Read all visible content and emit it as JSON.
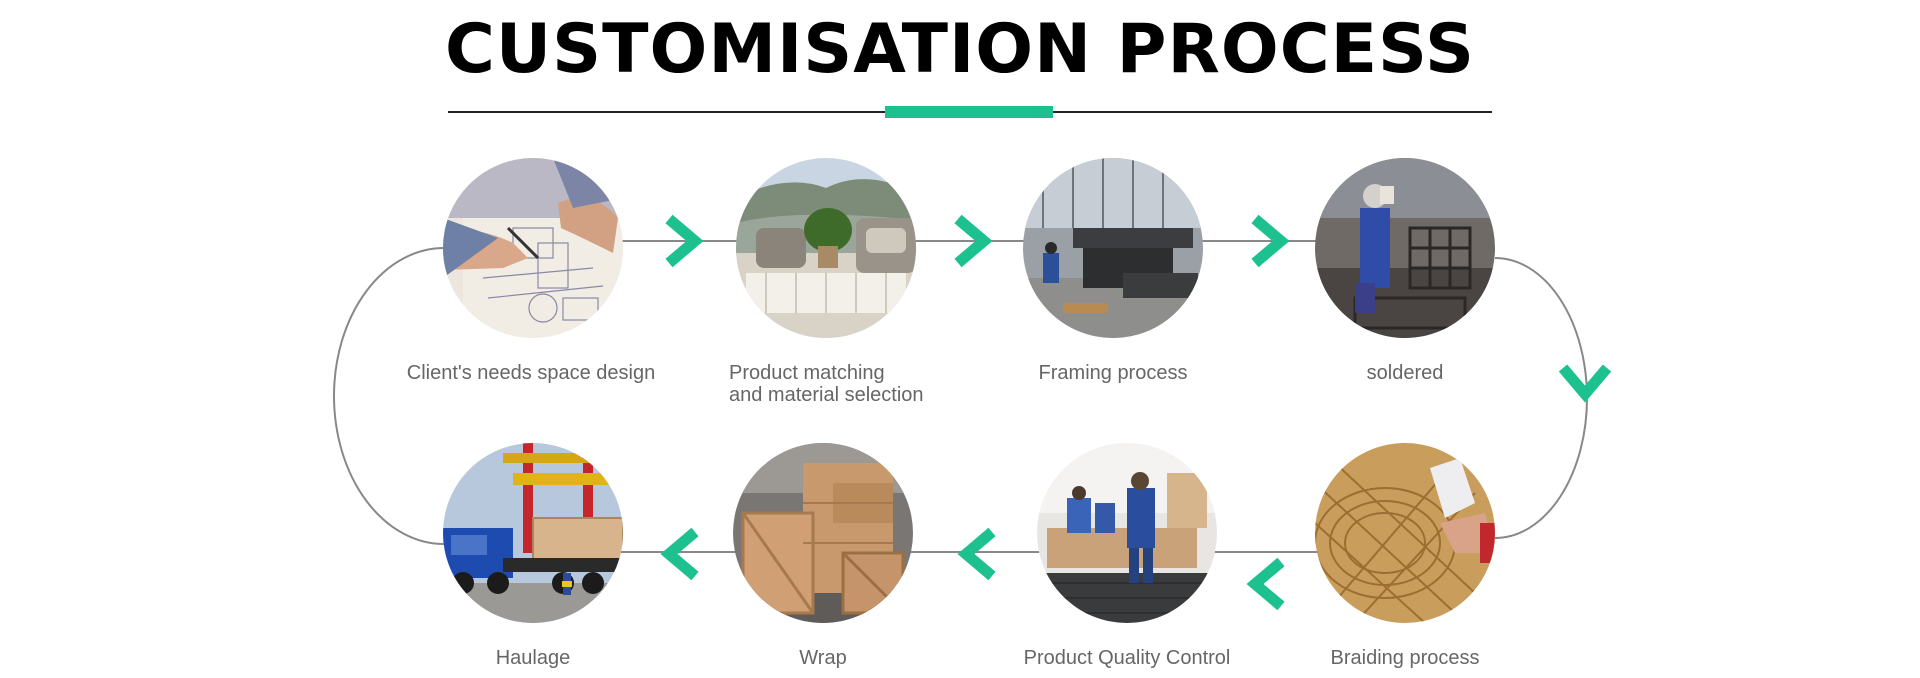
{
  "header": {
    "title": "CUSTOMISATION PROCESS"
  },
  "colors": {
    "accent": "#1dc190",
    "line": "#888888",
    "label": "#666666"
  },
  "steps": [
    {
      "label": "Client's needs space design",
      "label2": "",
      "scene": "drafting-hands"
    },
    {
      "label": "Product matching",
      "label2": "and material selection",
      "scene": "outdoor-sofa"
    },
    {
      "label": "Framing process",
      "label2": "",
      "scene": "factory-floor"
    },
    {
      "label": "soldered",
      "label2": "",
      "scene": "welding-worker"
    },
    {
      "label": "Braiding process",
      "label2": "",
      "scene": "rattan-weaving"
    },
    {
      "label": "Product Quality Control",
      "label2": "",
      "scene": "inspection-workers"
    },
    {
      "label": "Wrap",
      "label2": "",
      "scene": "wooden-crates"
    },
    {
      "label": "Haulage",
      "label2": "",
      "scene": "truck-loading"
    }
  ]
}
